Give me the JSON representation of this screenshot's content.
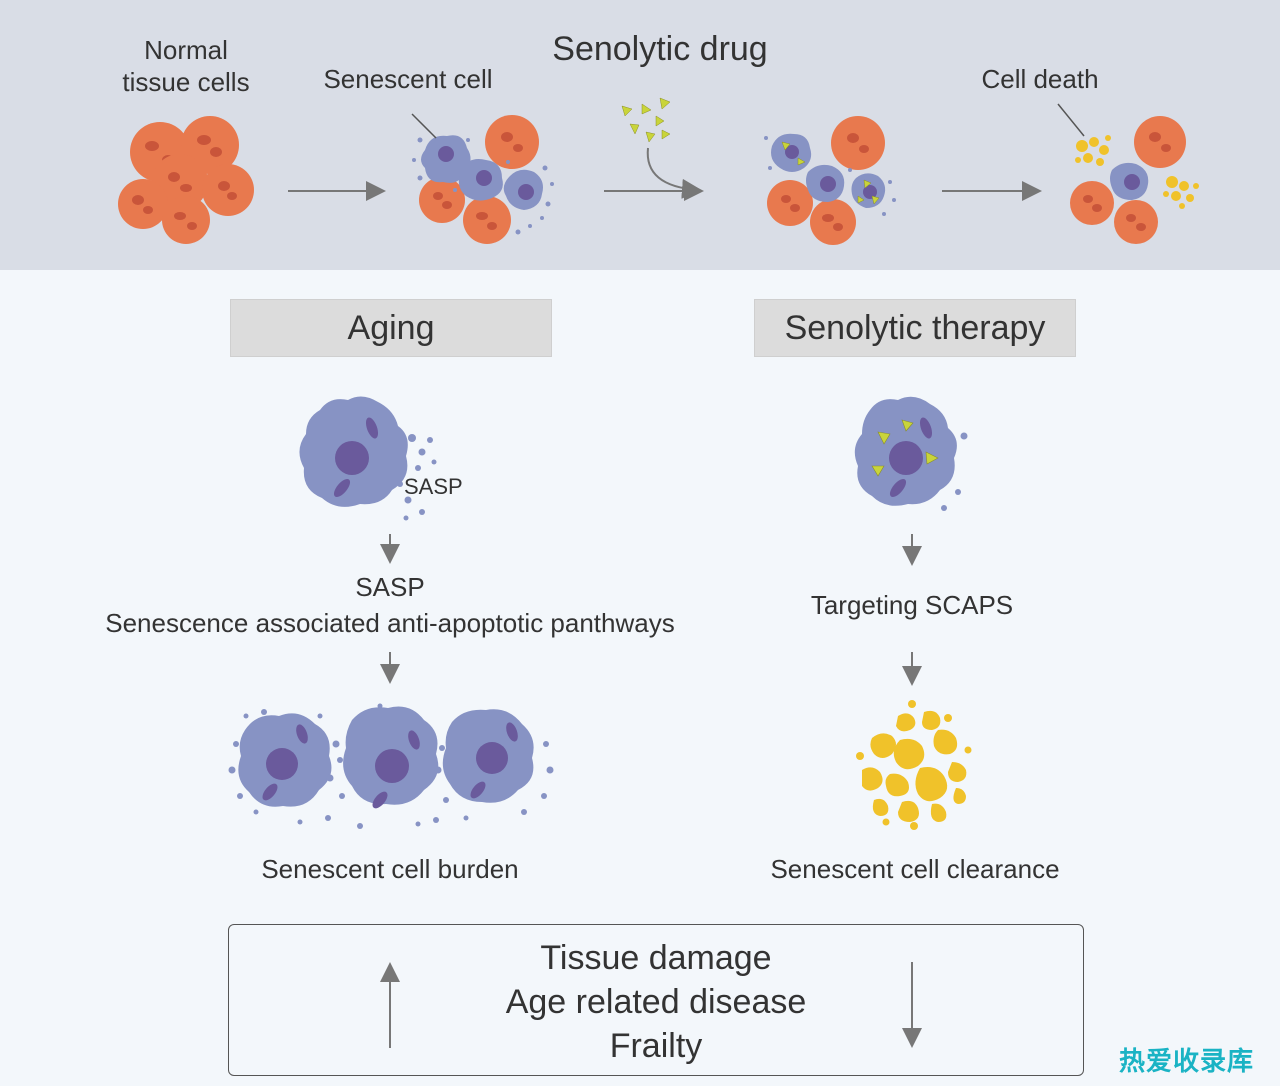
{
  "top": {
    "normal_label_line1": "Normal",
    "normal_label_line2": "tissue cells",
    "senescent_label": "Senescent cell",
    "drug_label": "Senolytic drug",
    "death_label": "Cell death"
  },
  "aging": {
    "header": "Aging",
    "sasp_cell_label": "SASP",
    "sasp_title": "SASP",
    "sasp_desc": "Senescence associated anti-apoptotic panthways",
    "burden_label": "Senescent cell burden"
  },
  "therapy": {
    "header": "Senolytic therapy",
    "targeting_label": "Targeting SCAPS",
    "clearance_label": "Senescent cell clearance"
  },
  "outcomes": {
    "line1": "Tissue damage",
    "line2": "Age related disease",
    "line3": "Frailty"
  },
  "watermark": "热爱收录库",
  "colors": {
    "normal_cell": "#e8794e",
    "senescent_cell": "#8793c4",
    "nucleus": "#6a5a9c",
    "drug": "#c9d43a",
    "dead_cell": "#f0c22a",
    "top_band": "#d9dde6",
    "background": "#f3f7fb"
  }
}
